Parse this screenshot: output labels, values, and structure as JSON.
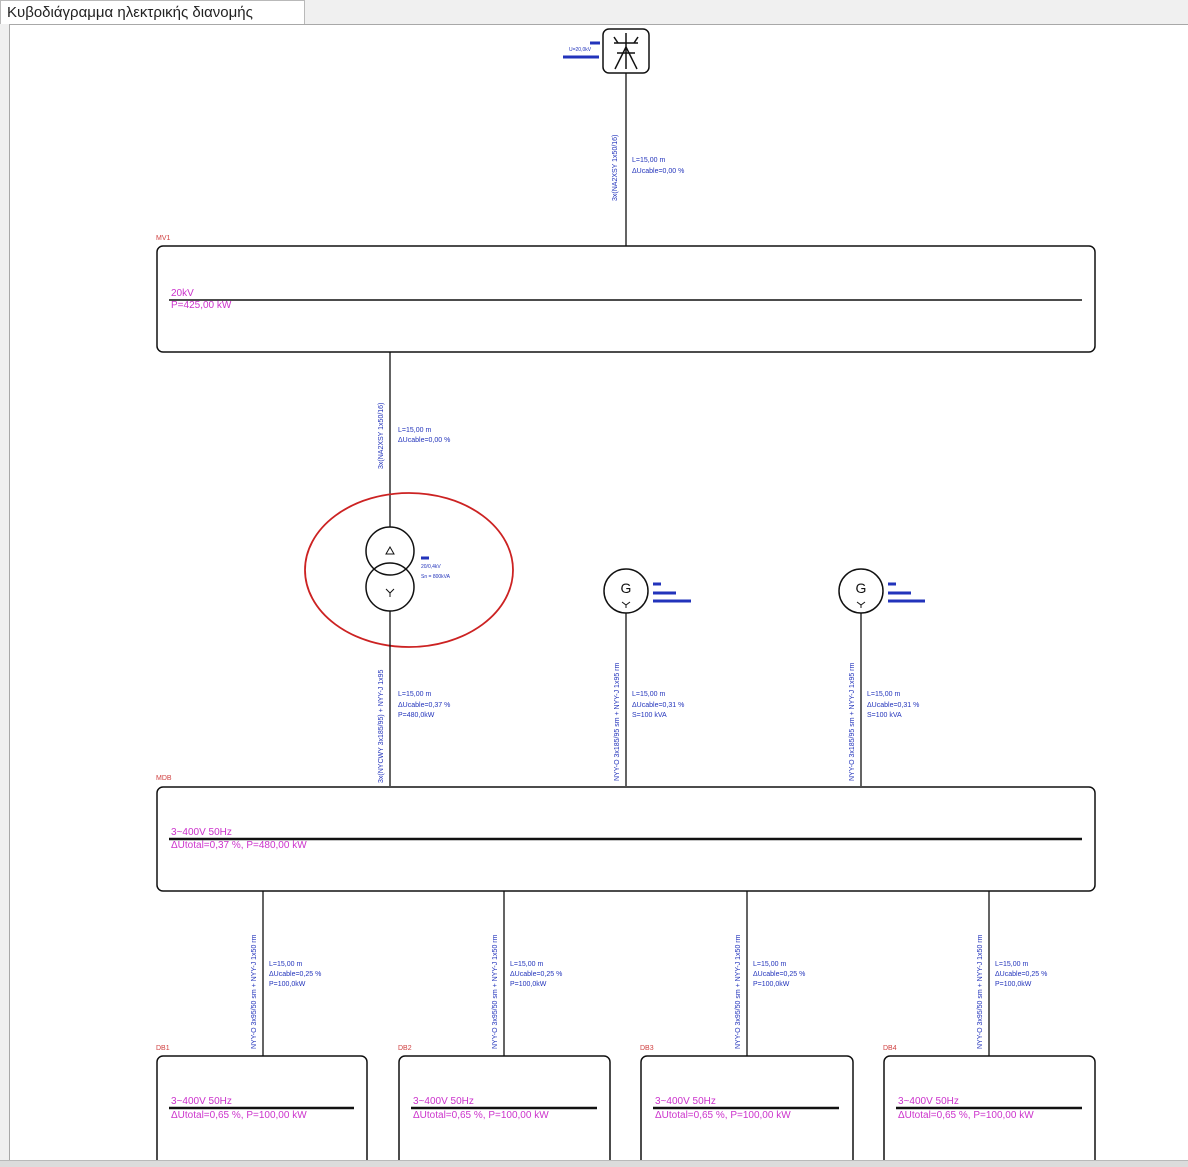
{
  "tab": {
    "title": "Κυβοδιάγραμμα ηλεκτρικής διανομής"
  },
  "colors": {
    "wire": "#111111",
    "label_blue": "#2233bb",
    "bus_name_red": "#d04040",
    "bus_text_magenta": "#cc33cc",
    "highlight_red": "#cc2222"
  },
  "diagram": {
    "grid_source": {
      "label": "U=20,0kV",
      "icon": "pylon-icon"
    },
    "cable_top": {
      "type": "3x(NA2XSY 1x50/16)",
      "length": "L=15,00 m",
      "du": "ΔUcable=0,00 %"
    },
    "bus_mv1": {
      "name": "MV1",
      "voltage": "20kV",
      "power": "P=425,00 kW"
    },
    "cable_mv_tr": {
      "type": "3x(NA2XSY 1x50/16)",
      "length": "L=15,00 m",
      "du": "ΔUcable=0,00 %"
    },
    "transformer": {
      "icon": "transformer-icon",
      "primary_symbol": "Δ",
      "secondary_symbol": "Y",
      "rating": "20/0,4kV",
      "power": "Sn = 800kVA"
    },
    "cable_tr_mdb": {
      "type": "3x(NYCWY 3x185/95) + NYY-J 1x95",
      "length": "L=15,00 m",
      "du": "ΔUcable=0,37 %",
      "power": "P=480,0kW"
    },
    "generators": [
      {
        "symbol": "G",
        "icon": "generator-icon",
        "cable_type": "NYY-O 3x185/95 sm + NYY-J 1x95 rm",
        "length": "L=15,00 m",
        "du": "ΔUcable=0,31 %",
        "power": "S=100 kVA"
      },
      {
        "symbol": "G",
        "icon": "generator-icon",
        "cable_type": "NYY-O 3x185/95 sm + NYY-J 1x95 rm",
        "length": "L=15,00 m",
        "du": "ΔUcable=0,31 %",
        "power": "S=100 kVA"
      }
    ],
    "bus_mdb": {
      "name": "MDB",
      "voltage": "3~400V 50Hz",
      "info": "ΔUtotal=0,37 %, P=480,00 kW"
    },
    "feeders": [
      {
        "cable_type": "NYY-O 3x95/50 sm + NYY-J 1x50 rm",
        "length": "L=15,00 m",
        "du": "ΔUcable=0,25 %",
        "power": "P=100,0kW"
      },
      {
        "cable_type": "NYY-O 3x95/50 sm + NYY-J 1x50 rm",
        "length": "L=15,00 m",
        "du": "ΔUcable=0,25 %",
        "power": "P=100,0kW"
      },
      {
        "cable_type": "NYY-O 3x95/50 sm + NYY-J 1x50 rm",
        "length": "L=15,00 m",
        "du": "ΔUcable=0,25 %",
        "power": "P=100,0kW"
      },
      {
        "cable_type": "NYY-O 3x95/50 sm + NYY-J 1x50 rm",
        "length": "L=15,00 m",
        "du": "ΔUcable=0,25 %",
        "power": "P=100,0kW"
      }
    ],
    "sub_buses": [
      {
        "name": "DB1",
        "voltage": "3~400V 50Hz",
        "info": "ΔUtotal=0,65 %, P=100,00 kW"
      },
      {
        "name": "DB2",
        "voltage": "3~400V 50Hz",
        "info": "ΔUtotal=0,65 %, P=100,00 kW"
      },
      {
        "name": "DB3",
        "voltage": "3~400V 50Hz",
        "info": "ΔUtotal=0,65 %, P=100,00 kW"
      },
      {
        "name": "DB4",
        "voltage": "3~400V 50Hz",
        "info": "ΔUtotal=0,65 %, P=100,00 kW"
      }
    ]
  }
}
